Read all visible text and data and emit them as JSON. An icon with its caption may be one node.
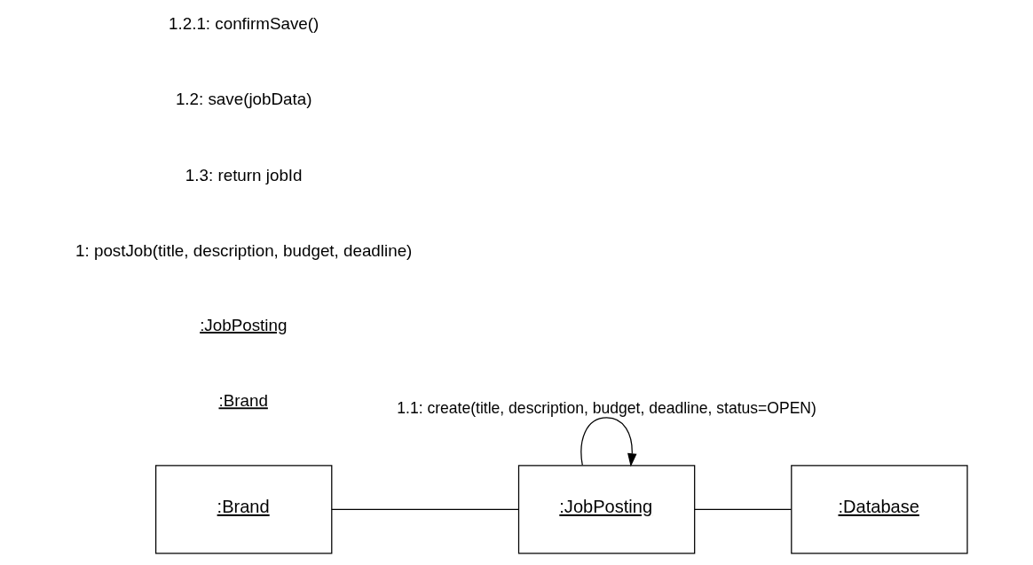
{
  "diagram": {
    "nodes": [
      {
        "text": [
          ":Brand"
        ]
      },
      {
        "text": [
          ":JobPosting"
        ]
      },
      {
        "text": [
          ":Database"
        ]
      }
    ],
    "edges": [
      {
        "from": 0,
        "to": 1,
        "arrow": "none"
      },
      {
        "from": 1,
        "to": 1,
        "arrow": "to",
        "label": "1.1: create(title, description, budget, deadline, status=OPEN)"
      },
      {
        "from": 1,
        "to": 2,
        "arrow": "none"
      }
    ],
    "labels": [
      ":Brand",
      ":JobPosting",
      "1: postJob(title, description, budget, deadline)",
      "1.3: return jobId",
      "1.2: save(jobData)",
      "1.2.1: confirmSave()"
    ]
  }
}
